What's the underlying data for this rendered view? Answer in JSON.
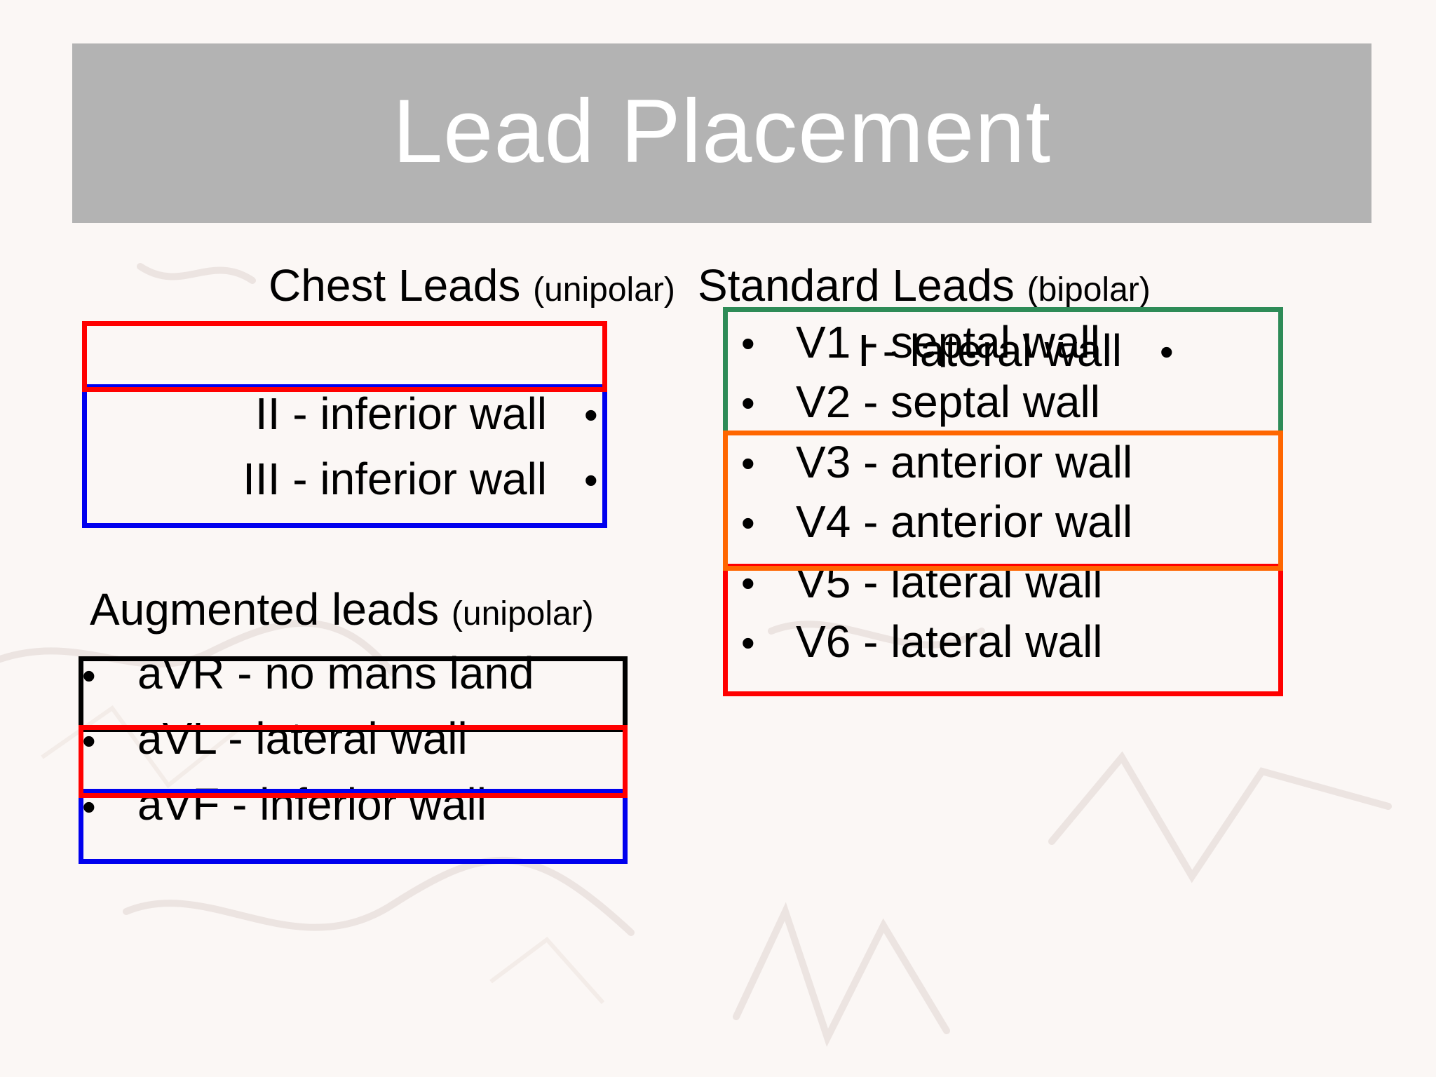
{
  "slide": {
    "title": "Lead Placement"
  },
  "standard_leads": {
    "heading": "Standard Leads",
    "heading_sub": "(bipolar)",
    "items": [
      "I - lateral wall",
      "II - inferior wall",
      "III - inferior wall"
    ],
    "bullet": "•"
  },
  "augmented_leads": {
    "heading": "Augmented leads",
    "heading_sub": "(unipolar)",
    "items": [
      "aVR - no mans land",
      "aVL - lateral wall",
      "aVF - inferior wall"
    ],
    "bullet": "•"
  },
  "chest_leads": {
    "heading": "Chest Leads",
    "heading_sub": "(unipolar)",
    "items": [
      "V1 - septal wall",
      "V2 - septal wall",
      "V3 - anterior wall",
      "V4 - anterior wall",
      "V5 - lateral wall",
      "V6 - lateral wall"
    ],
    "bullet": "•"
  },
  "colors": {
    "title_bar": "#b3b3b3",
    "lateral": "#ff0000",
    "inferior": "#0000ee",
    "septal": "#2e8b57",
    "anterior": "#ff6600",
    "no_mans_land": "#000000"
  }
}
